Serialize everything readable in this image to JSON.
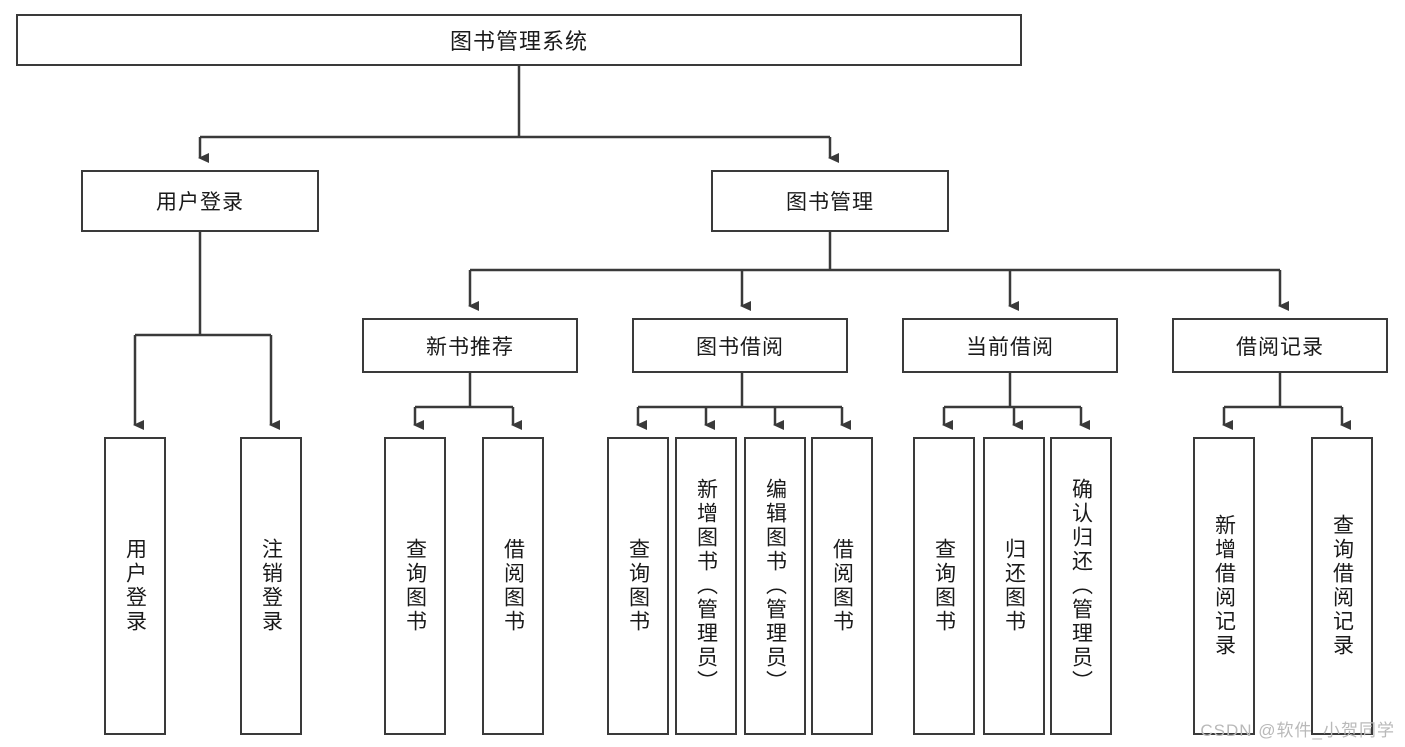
{
  "diagram": {
    "title": "图书管理系统",
    "type": "hierarchy-tree",
    "watermark": "CSDN @软件_小贺同学",
    "root": {
      "label": "图书管理系统"
    },
    "level2": [
      {
        "label": "用户登录"
      },
      {
        "label": "图书管理"
      }
    ],
    "level3": [
      {
        "label": "新书推荐"
      },
      {
        "label": "图书借阅"
      },
      {
        "label": "当前借阅"
      },
      {
        "label": "借阅记录"
      }
    ],
    "leaves": [
      {
        "label": "用户登录",
        "parent": "用户登录"
      },
      {
        "label": "注销登录",
        "parent": "用户登录"
      },
      {
        "label": "查询图书",
        "parent": "新书推荐"
      },
      {
        "label": "借阅图书",
        "parent": "新书推荐"
      },
      {
        "label": "查询图书",
        "parent": "图书借阅"
      },
      {
        "label": "新增图书（管理员）",
        "parent": "图书借阅"
      },
      {
        "label": "编辑图书（管理员）",
        "parent": "图书借阅"
      },
      {
        "label": "借阅图书",
        "parent": "图书借阅"
      },
      {
        "label": "查询图书",
        "parent": "当前借阅"
      },
      {
        "label": "归还图书",
        "parent": "当前借阅"
      },
      {
        "label": "确认归还（管理员）",
        "parent": "当前借阅"
      },
      {
        "label": "新增借阅记录",
        "parent": "借阅记录"
      },
      {
        "label": "查询借阅记录",
        "parent": "借阅记录"
      }
    ],
    "colors": {
      "stroke": "#3a3a3a",
      "fill": "#ffffff",
      "text": "#1a1a1a",
      "watermark": "#b9b9b9"
    }
  }
}
